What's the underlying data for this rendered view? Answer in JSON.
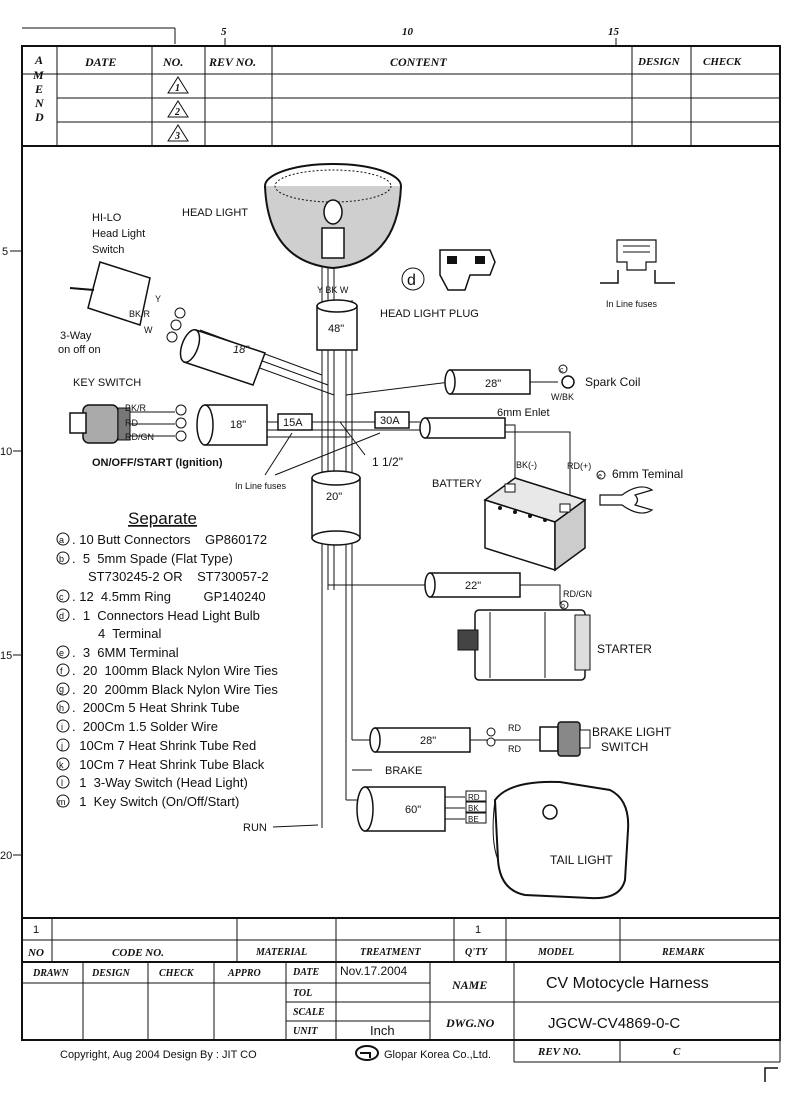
{
  "ruler": {
    "top": [
      "5",
      "10",
      "15"
    ],
    "left": [
      "5",
      "10",
      "15",
      "20"
    ]
  },
  "revision_table": {
    "side_label": [
      "A",
      "M",
      "E",
      "N",
      "D"
    ],
    "headers": [
      "DATE",
      "NO.",
      "REV NO.",
      "CONTENT",
      "DESIGN",
      "CHECK"
    ],
    "rows": [
      "1",
      "2",
      "3"
    ]
  },
  "diagram": {
    "head_light": "HEAD LIGHT",
    "hilo_switch": [
      "HI-LO",
      "Head Light",
      "Switch"
    ],
    "three_way": [
      "3-Way",
      "on off on"
    ],
    "hilo_wires": [
      "Y",
      "BK/R",
      "W"
    ],
    "headlight_wires": "Y BK W",
    "plug_marker": "d",
    "head_light_plug": "HEAD LIGHT PLUG",
    "in_line_fuses_icon": "In Line fuses",
    "key_switch": "KEY SWITCH",
    "key_wires": [
      "BK/R",
      "RD",
      "RD/GN"
    ],
    "ignition": "ON/OFF/START (Ignition)",
    "fuse_15": "15A",
    "fuse_30": "30A",
    "in_line_fuses": "In Line fuses",
    "one_half": "1 1/2\"",
    "spark_coil": "Spark Coil",
    "spark_coil_wire": "W/BK",
    "enlet": "6mm Enlet",
    "battery": "BATTERY",
    "bk_neg": "BK(-)",
    "rd_pos": "RD(+)",
    "terminal": "6mm Teminal",
    "starter": "STARTER",
    "starter_wire": "RD/GN",
    "brake_switch": [
      "BRAKE LIGHT",
      "SWITCH"
    ],
    "brake_wires": [
      "RD",
      "RD"
    ],
    "brake": "BRAKE",
    "run": "RUN",
    "tail_light": "TAIL LIGHT",
    "tail_wires": [
      "RD",
      "BK",
      "BE"
    ],
    "lengths": {
      "l18a": "18\"",
      "l48": "48\"",
      "l18b": "18\"",
      "l28a": "28\"",
      "l20": "20\"",
      "l22": "22\"",
      "l28b": "28\"",
      "l60": "60\""
    },
    "circle_letters": {
      "b": "b",
      "c": "c",
      "e": "e",
      "a": "a"
    }
  },
  "separate": {
    "title": "Separate",
    "items": [
      {
        "mark": "a",
        "text": ". 10 Butt Connectors    GP860172"
      },
      {
        "mark": "b",
        "text": ".  5  5mm Spade (Flat Type)"
      },
      {
        "mark": "",
        "text": "ST730245-2 OR    ST730057-2"
      },
      {
        "mark": "c",
        "text": ". 12  4.5mm Ring         GP140240"
      },
      {
        "mark": "d",
        "text": ".  1  Connectors Head Light Bulb"
      },
      {
        "mark": "",
        "text": "4  Terminal"
      },
      {
        "mark": "e",
        "text": ".  3  6MM Terminal"
      },
      {
        "mark": "f",
        "text": ".  20  100mm Black Nylon Wire Ties"
      },
      {
        "mark": "g",
        "text": ".  20  200mm Black Nylon Wire Ties"
      },
      {
        "mark": "h",
        "text": ".  200Cm 5 Heat Shrink Tube"
      },
      {
        "mark": "i",
        "text": ".  200Cm 1.5 Solder Wire"
      },
      {
        "mark": "j",
        "text": "  10Cm 7 Heat Shrink Tube Red"
      },
      {
        "mark": "k",
        "text": "  10Cm 7 Heat Shrink Tube Black"
      },
      {
        "mark": "l",
        "text": "  1  3-Way Switch (Head Light)"
      },
      {
        "mark": "m",
        "text": "  1  Key Switch (On/Off/Start)"
      }
    ]
  },
  "title_block": {
    "row1_left": "1",
    "row1_qty": "1",
    "headers": [
      "NO",
      "CODE  NO.",
      "MATERIAL",
      "TREATMENT",
      "Q'TY",
      "MODEL",
      "REMARK"
    ],
    "sign": [
      "DRAWN",
      "DESIGN",
      "CHECK",
      "APPRO"
    ],
    "date_label": "DATE",
    "date_value": "Nov.17.2004",
    "tol_label": "TOL",
    "scale_label": "SCALE",
    "unit_label": "UNIT",
    "unit_value": "Inch",
    "name_label": "NAME",
    "name_value": "CV Motocycle Harness",
    "dwg_label": "DWG.NO",
    "dwg_value": "JGCW-CV4869-0-C",
    "rev_label": "REV  NO.",
    "rev_value": "C"
  },
  "footer": {
    "copyright": "Copyright, Aug 2004 Design By : JIT CO",
    "company": "Glopar Korea Co.,Ltd."
  }
}
